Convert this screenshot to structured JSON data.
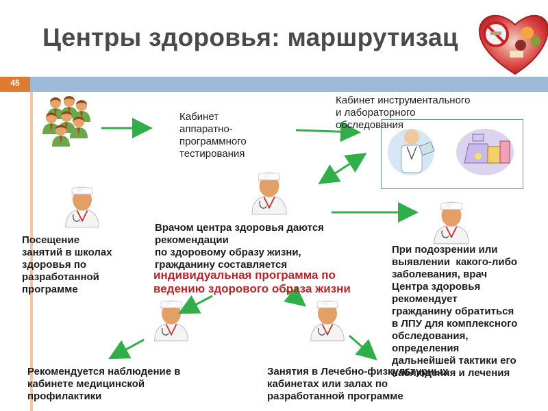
{
  "slide": {
    "title": "Центры здоровья: маршрутизац",
    "number": "45"
  },
  "nodes": {
    "apparatus": "Кабинет\nаппаратно-\nпрограммного\nтестирования",
    "instrumental": "Кабинет инструментального\nи лабораторного\nобследования",
    "doctor_recommendations": "Врачом центра здоровья даются\nрекомендации\nпо здоровому образу жизни,\nгражданину составляется",
    "individual_program": "индивидуальная программа по\nведению здорового образа жизни",
    "schools": "Посещение\nзанятий в школах\nздоровья по\nразработанной\nпрограмме",
    "suspicion": "При подозрении или\nвыявлении  какого-либо\nзаболевания, врач\nЦентра здоровья\nрекомендует\nгражданину обратиться\nв ЛПУ для комплексного\nобследования,\nопределения\nдальнейшей тактики его\nнаблюдения и лечения",
    "prevention": "Рекомендуется наблюдение в\nкабинете медицинской\nпрофилактики",
    "exercise": "Занятия в Лечебно-физкультурных\nкабинетах или залах по\nразработанной программе"
  },
  "icons": {
    "people_group": "people-group-icon",
    "doctor": "doctor-icon",
    "physician": "physician-with-clipboard-icon",
    "lab": "lab-flasks-icon",
    "heart_logo": "heart-food-logo-icon",
    "arrow_color": "#2fae4a"
  }
}
